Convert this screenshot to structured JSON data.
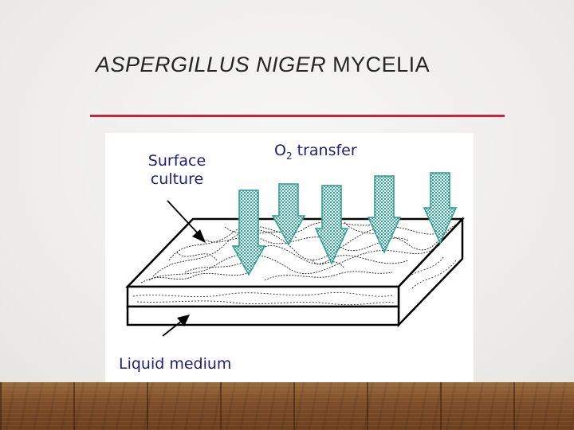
{
  "slide": {
    "title_italic": "ASPERGILLUS NIGER",
    "title_rest": " MYCELIA"
  },
  "diagram": {
    "label_surface_line1": "Surface",
    "label_surface_line2": "culture",
    "label_o2_symbol": "O",
    "label_o2_subscript": "2",
    "label_o2_rest": " transfer",
    "label_liquid": "Liquid medium",
    "arrow_count": 5,
    "colors": {
      "label_text": "#1e1e78",
      "arrow_fill": "#3bb8a6",
      "accent_rule": "#c8243f"
    }
  }
}
